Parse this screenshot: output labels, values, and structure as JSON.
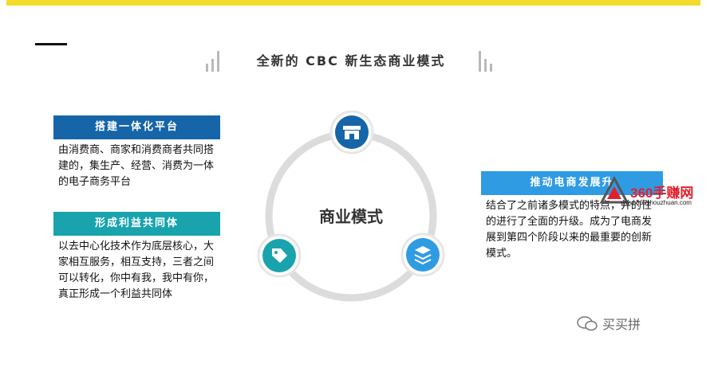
{
  "title": "全新的 CBC 新生态商业模式",
  "center_label": "商业模式",
  "cards": [
    {
      "heading": "搭建一体化平台",
      "text": "由消费商、商家和消费商者共同搭建的，集生产、经营、消费为一体的电子商务平台"
    },
    {
      "heading": "形成利益共同体",
      "text": "以去中心化技术作为底层核心，大家相互服务，相互支持，三者之间可以转化，你中有我，我中有你，真正形成一个利益共同体"
    },
    {
      "heading": "推动电商发展升",
      "text": "结合了之前诸多模式的特点，并的性的进行了全面的升级。成为了电商发展到第四个阶段以来的最重要的创新模式。"
    }
  ],
  "icons": [
    "store-icon",
    "layers-icon",
    "tag-icon"
  ],
  "watermark": {
    "brand": "360手赚网",
    "url": "www.360shouzhuan.com"
  },
  "wechat_account": "买买拼",
  "colors": {
    "accent_yellow": "#f3dc2c",
    "dark_blue": "#1565a8",
    "teal": "#18a3ad",
    "light_blue": "#2f9be3",
    "ring": "#dcdcdc"
  }
}
